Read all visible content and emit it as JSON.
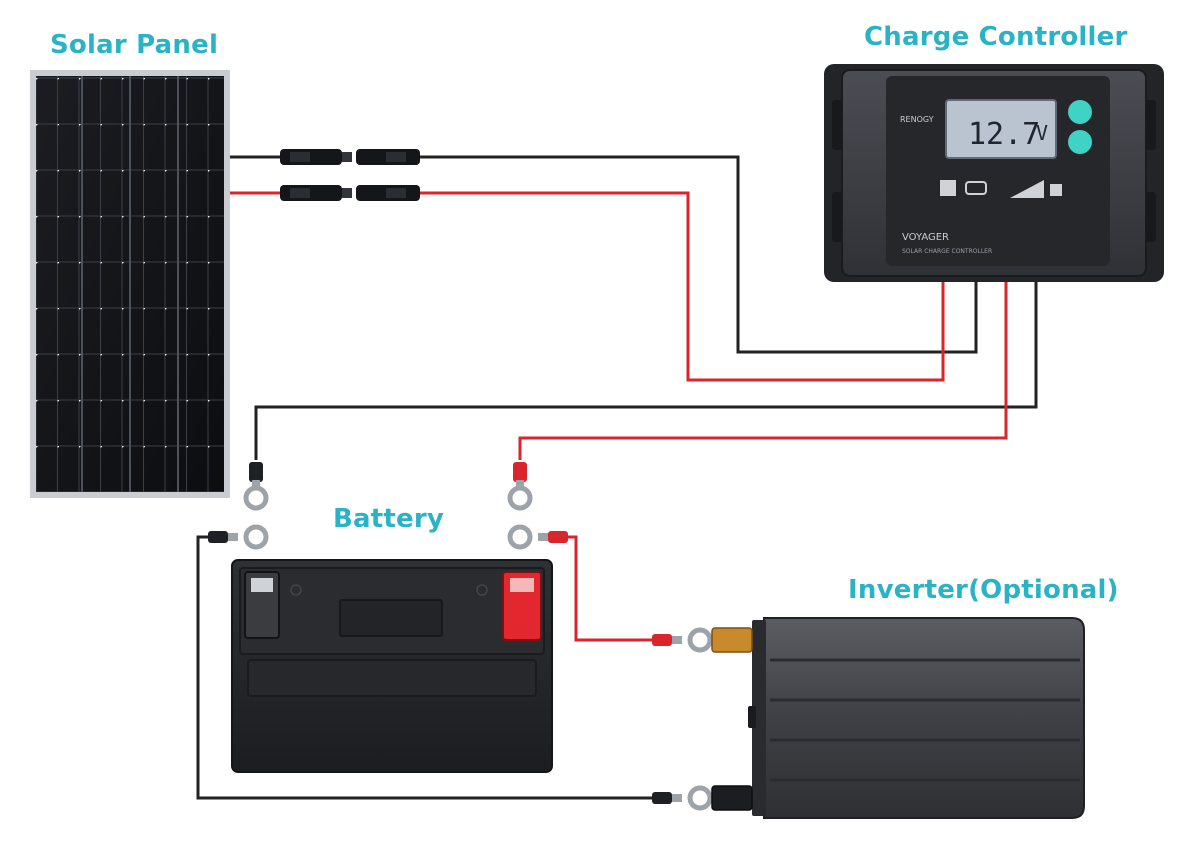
{
  "labels": {
    "solar_panel": "Solar Panel",
    "charge_controller": "Charge Controller",
    "battery": "Battery",
    "inverter": "Inverter(Optional)"
  },
  "controller": {
    "brand": "RENOGY",
    "display_value": "12.7",
    "display_unit": "V",
    "model": "VOYAGER",
    "subtitle": "SOLAR CHARGE CONTROLLER"
  },
  "colors": {
    "label": "#2ab3c4",
    "positive_wire": "#d8262c",
    "negative_wire": "#222222",
    "button": "#3fd3c6",
    "lcd": "#b9c4d0"
  }
}
